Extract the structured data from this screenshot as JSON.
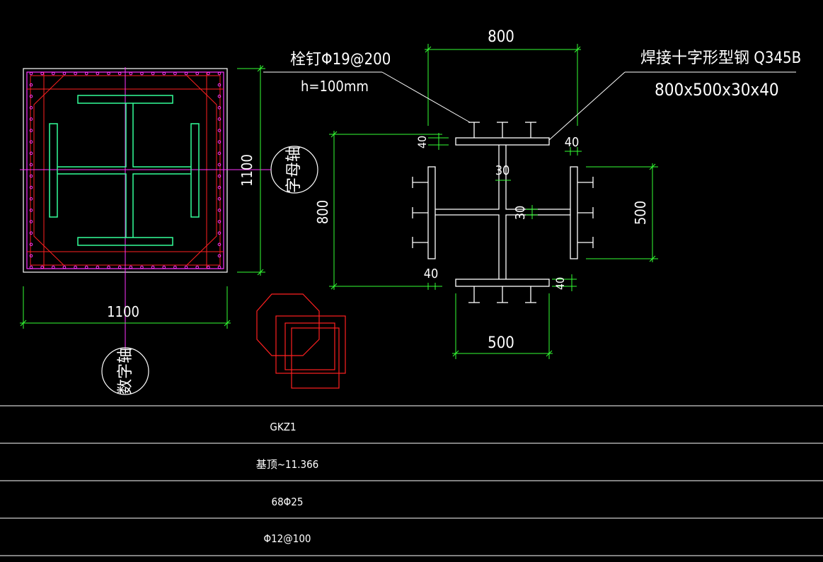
{
  "colors": {
    "background": "#000000",
    "steel": "#ffffff",
    "dimension": "#33ff33",
    "rebar": "#ff33ff",
    "column": "#ff2020",
    "text": "#ffffff"
  },
  "plan": {
    "width_label": "1100",
    "height_label": "1100",
    "axis_letter_label": "字母轴",
    "axis_number_label": "数字轴"
  },
  "section": {
    "top_width_label": "800",
    "bottom_width_label": "500",
    "left_height_label": "800",
    "right_height_label": "500",
    "flange_thickness_top": "40",
    "flange_end_top": "40",
    "flange_thickness_bottom": "40",
    "flange_end_bottom": "40",
    "web_thickness_vertical": "30",
    "web_thickness_horizontal": "30",
    "stud_note_line1": "栓钉Φ19@200",
    "stud_note_line2": "h=100mm",
    "steel_note_line1": "焊接十字形型钢  Q345B",
    "steel_note_line2": "800x500x30x40"
  },
  "table": {
    "rows": [
      "GKZ1",
      "基顶~11.366",
      "68Φ25",
      "Φ12@100"
    ]
  }
}
